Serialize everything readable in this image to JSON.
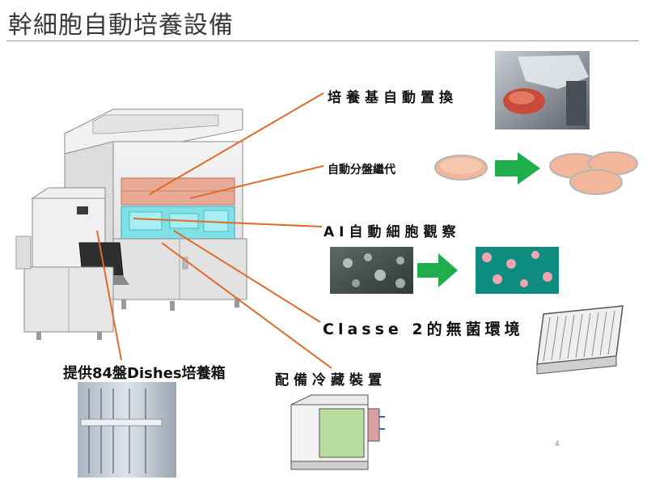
{
  "slide": {
    "title": "幹細胞自動培養設備",
    "page_number": "4"
  },
  "labels": {
    "medium_exchange": "培養基自動置換",
    "auto_passage": "自動分盤繼代",
    "ai_observation": "AI自動細胞觀察",
    "sterile_environment": "Classe 2的無菌環境",
    "incubator": "提供84盤Dishes培養箱",
    "cold_storage": "配備冷藏裝置"
  },
  "colors": {
    "callout_line": "#e06a2a",
    "arrow_green": "#1fae4c",
    "machine_body": "#e9eaeb",
    "machine_red_zone": "#e8a28c",
    "machine_cyan_zone": "#7fe0e6",
    "dish_fill": "#f2b79a",
    "cold_box_green": "#b9dda0"
  }
}
